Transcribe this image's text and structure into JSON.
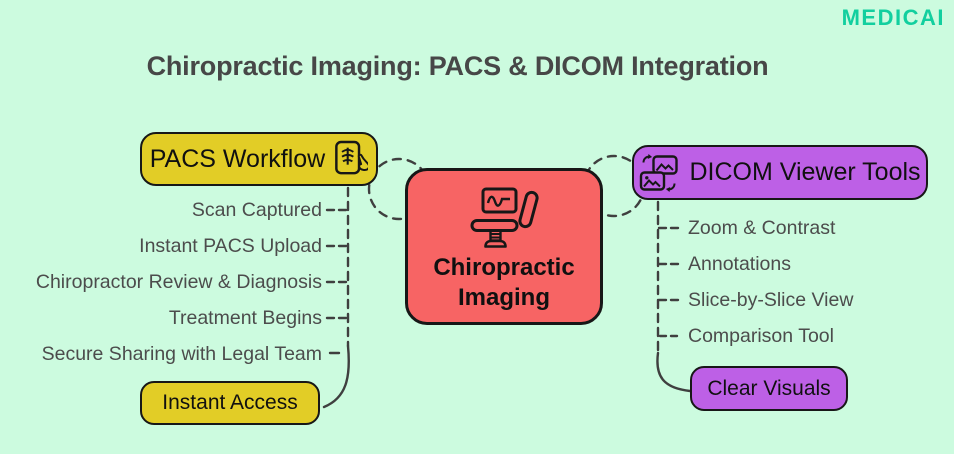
{
  "colors": {
    "bg": "#ccfbdf",
    "yellow": "#e2cd26",
    "red": "#f76464",
    "purple": "#bd60e6",
    "teal": "#12cf9f",
    "ink": "#171717",
    "text": "#4a4a4a"
  },
  "logo": {
    "text": "MEDICAI"
  },
  "title": "Chiropractic Imaging: PACS & DICOM Integration",
  "center_node": {
    "label": "Chiropractic Imaging",
    "icon": "chiropractic-table-monitor-icon"
  },
  "left_branch": {
    "header": "PACS Workflow",
    "icon": "spine-xray-scan-icon",
    "items": [
      "Scan Captured",
      "Instant PACS Upload",
      "Chiropractor Review & Diagnosis",
      "Treatment Begins",
      "Secure Sharing with Legal Team"
    ],
    "result": "Instant Access"
  },
  "right_branch": {
    "header": "DICOM Viewer Tools",
    "icon": "image-compare-icon",
    "items": [
      "Zoom & Contrast",
      "Annotations",
      "Slice-by-Slice View",
      "Comparison Tool"
    ],
    "result": "Clear Visuals"
  }
}
